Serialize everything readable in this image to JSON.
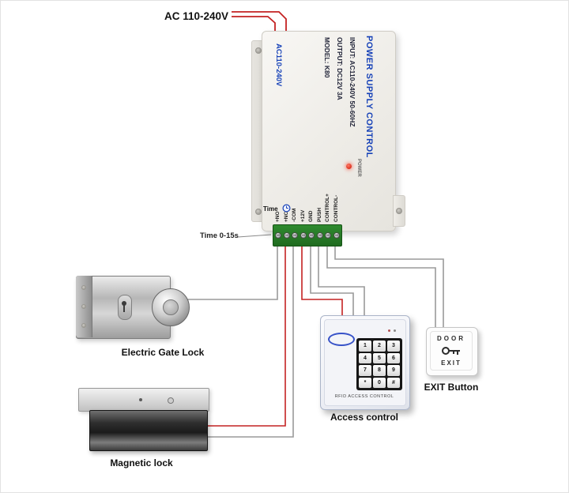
{
  "diagram": {
    "top_power_label": "AC 110-240V",
    "time_range_label": "Time 0-15s"
  },
  "psu": {
    "title": "POWER SUPPLY CONTROL",
    "line_input": "INPUT: AC110-240V 50-60HZ",
    "line_output": "OUTPUT: DC12V  3A",
    "line_model": "MODEL: K80",
    "side_label": "AC110-240V",
    "power_led_label": "POWER",
    "time_label": "Time",
    "terminals": [
      "+NO",
      "+NC",
      "-COM",
      "+12V",
      "GND",
      "PUSH",
      "CONTROL+",
      "CONTROL-"
    ]
  },
  "devices": {
    "gate_lock_label": "Electric Gate Lock",
    "magnetic_lock_label": "Magnetic lock",
    "access_control_label": "Access control",
    "exit_button_label": "EXIT Button"
  },
  "keypad": {
    "keys": [
      "1",
      "2",
      "3",
      "4",
      "5",
      "6",
      "7",
      "8",
      "9",
      "*",
      "0",
      "#"
    ],
    "rfid_text": "RFID ACCESS CONTROL"
  },
  "exit_button": {
    "door_text": "DOOR",
    "exit_text": "EXIT"
  },
  "colors": {
    "wire_red": "#c42222",
    "wire_gray": "#9a9a9a",
    "psu_text_blue": "#1742b8",
    "terminal_green": "#2f8a2f"
  }
}
